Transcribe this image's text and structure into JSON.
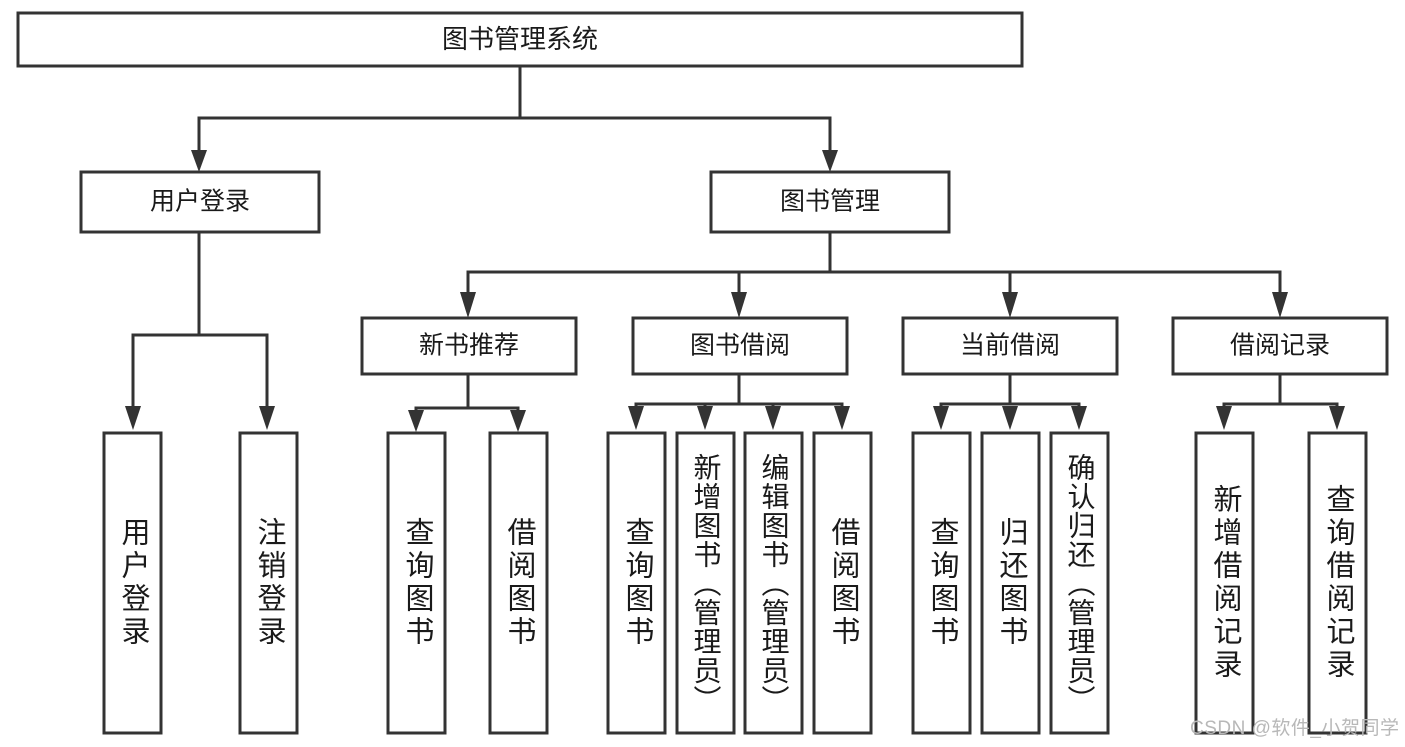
{
  "diagram": {
    "type": "tree",
    "title_node": {
      "label": "图书管理系统"
    },
    "level2": [
      {
        "id": "user-login",
        "label": "用户登录"
      },
      {
        "id": "book-manage",
        "label": "图书管理"
      }
    ],
    "level3": [
      {
        "id": "new-book-recommend",
        "label": "新书推荐",
        "parent": "book-manage"
      },
      {
        "id": "book-borrow",
        "label": "图书借阅",
        "parent": "book-manage"
      },
      {
        "id": "current-borrow",
        "label": "当前借阅",
        "parent": "book-manage"
      },
      {
        "id": "borrow-record",
        "label": "借阅记录",
        "parent": "book-manage"
      }
    ],
    "leaves": {
      "user_login": [
        {
          "id": "leaf-user-login",
          "label": "用户登录"
        },
        {
          "id": "leaf-user-logout",
          "label": "注销登录"
        }
      ],
      "new_book_recommend": [
        {
          "id": "leaf-query-book-1",
          "label": "查询图书"
        },
        {
          "id": "leaf-borrow-book-1",
          "label": "借阅图书"
        }
      ],
      "book_borrow": [
        {
          "id": "leaf-query-book-2",
          "label": "查询图书"
        },
        {
          "id": "leaf-add-book",
          "label": "新增图书（管理员）"
        },
        {
          "id": "leaf-edit-book",
          "label": "编辑图书（管理员）"
        },
        {
          "id": "leaf-borrow-book-2",
          "label": "借阅图书"
        }
      ],
      "current_borrow": [
        {
          "id": "leaf-query-book-3",
          "label": "查询图书"
        },
        {
          "id": "leaf-return-book",
          "label": "归还图书"
        },
        {
          "id": "leaf-confirm-return",
          "label": "确认归还（管理员）"
        }
      ],
      "borrow_record": [
        {
          "id": "leaf-add-record",
          "label": "新增借阅记录"
        },
        {
          "id": "leaf-query-record",
          "label": "查询借阅记录"
        }
      ]
    }
  },
  "watermark": {
    "text": "CSDN @软件_小贺同学"
  },
  "colors": {
    "box_stroke": "#333333",
    "box_fill": "#ffffff",
    "text": "#1a1a1a",
    "watermark": "#b8b8b8",
    "background": "#ffffff"
  }
}
